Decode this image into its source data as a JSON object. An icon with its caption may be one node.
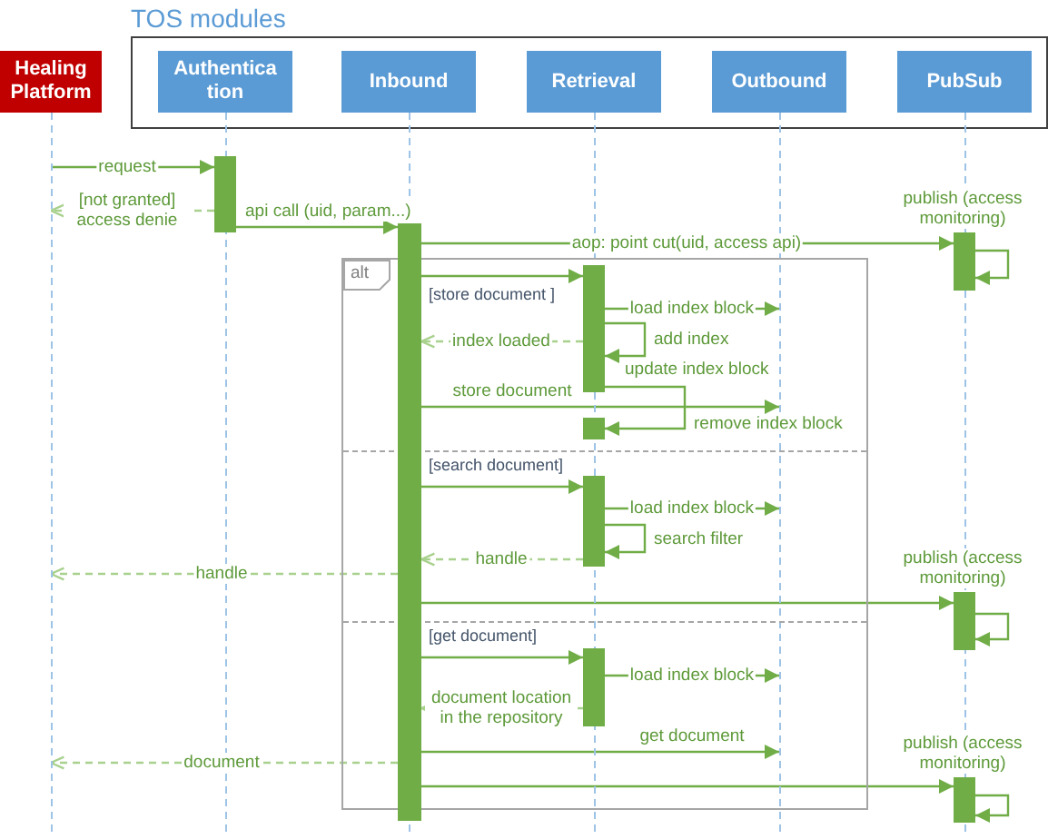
{
  "diagram": {
    "nodes": [
      {
        "text": [
          "TOS modules"
        ]
      },
      {
        "text": [
          "Healing Platform"
        ]
      },
      {
        "text": [
          "Authentica tion"
        ],
        "in": 0
      },
      {
        "text": [
          "Inbound"
        ],
        "in": 0
      },
      {
        "text": [
          "Retrieval"
        ],
        "in": 0
      },
      {
        "text": [
          "Outbound"
        ],
        "in": 0
      },
      {
        "text": [
          "PubSub"
        ],
        "in": 0
      },
      {
        "text": [],
        "shape": "line"
      },
      {
        "text": [],
        "shape": "line"
      },
      {
        "text": [],
        "shape": "line"
      },
      {
        "text": [],
        "shape": "line"
      },
      {
        "text": [],
        "shape": "line"
      },
      {
        "text": [],
        "shape": "line"
      },
      {
        "text": [],
        "shape": "bar"
      },
      {
        "text": [],
        "shape": "bar"
      },
      {
        "text": [],
        "shape": "bar"
      },
      {
        "text": [
          "alt",
          "[store document ]",
          "[search document]",
          "[get document]"
        ]
      },
      {
        "text": [],
        "shape": "bar",
        "in": 16
      },
      {
        "text": [],
        "shape": "bar",
        "in": 16
      },
      {
        "text": [],
        "shape": "bar",
        "in": 16
      },
      {
        "text": [],
        "shape": "bar"
      },
      {
        "text": [],
        "shape": "bar",
        "in": 16
      },
      {
        "text": [],
        "shape": "bar"
      }
    ],
    "edges": [
      {
        "from": 7,
        "to": 13,
        "arrow": "to",
        "label": "request"
      },
      {
        "from": 13,
        "to": 7,
        "arrow": "to",
        "label": "[not granted] access denie",
        "style": "dashed",
        "color": "#a9d18e"
      },
      {
        "from": 13,
        "to": 14,
        "arrow": "to",
        "label": "api call (uid, param...)"
      },
      {
        "from": 14,
        "to": 15,
        "arrow": "to",
        "label": "aop: point cut(uid, access api)"
      },
      {
        "from": 15,
        "to": 15,
        "arrow": "to",
        "label": "publish (access monitoring)"
      },
      {
        "from": 14,
        "to": 17,
        "arrow": "to"
      },
      {
        "from": 17,
        "to": 11,
        "arrow": "to",
        "label": "load index block"
      },
      {
        "from": 17,
        "to": 14,
        "arrow": "to",
        "label": "index loaded",
        "style": "dashed",
        "color": "#a9d18e"
      },
      {
        "from": 17,
        "to": 17,
        "arrow": "to",
        "label": "add index"
      },
      {
        "from": 14,
        "to": 11,
        "arrow": "to",
        "label": "store document"
      },
      {
        "from": 17,
        "to": 18,
        "arrow": "to",
        "label": "remove index block"
      },
      {
        "from": 14,
        "to": 19,
        "arrow": "to"
      },
      {
        "from": 19,
        "to": 11,
        "arrow": "to",
        "label": "load index block"
      },
      {
        "from": 19,
        "to": 19,
        "arrow": "to",
        "label": "search filter"
      },
      {
        "from": 19,
        "to": 14,
        "arrow": "to",
        "label": "handle",
        "style": "dashed",
        "color": "#a9d18e"
      },
      {
        "from": 14,
        "to": 7,
        "arrow": "to",
        "label": "handle",
        "style": "dashed",
        "color": "#a9d18e"
      },
      {
        "from": 14,
        "to": 20,
        "arrow": "to"
      },
      {
        "from": 20,
        "to": 20,
        "arrow": "to",
        "label": "publish (access monitoring)"
      },
      {
        "from": 14,
        "to": 21,
        "arrow": "to"
      },
      {
        "from": 21,
        "to": 11,
        "arrow": "to",
        "label": "load index block"
      },
      {
        "from": 21,
        "to": 14,
        "arrow": "to",
        "label": "document location in the repository",
        "style": "dashed",
        "color": "#a9d18e"
      },
      {
        "from": 14,
        "to": 11,
        "arrow": "to",
        "label": "get document"
      },
      {
        "from": 14,
        "to": 7,
        "arrow": "to",
        "label": "document",
        "style": "dashed",
        "color": "#a9d18e"
      },
      {
        "from": 14,
        "to": 22,
        "arrow": "to"
      },
      {
        "from": 22,
        "to": 22,
        "arrow": "to",
        "label": "publish (access monitoring)"
      }
    ],
    "labels": [
      "update index block"
    ]
  }
}
